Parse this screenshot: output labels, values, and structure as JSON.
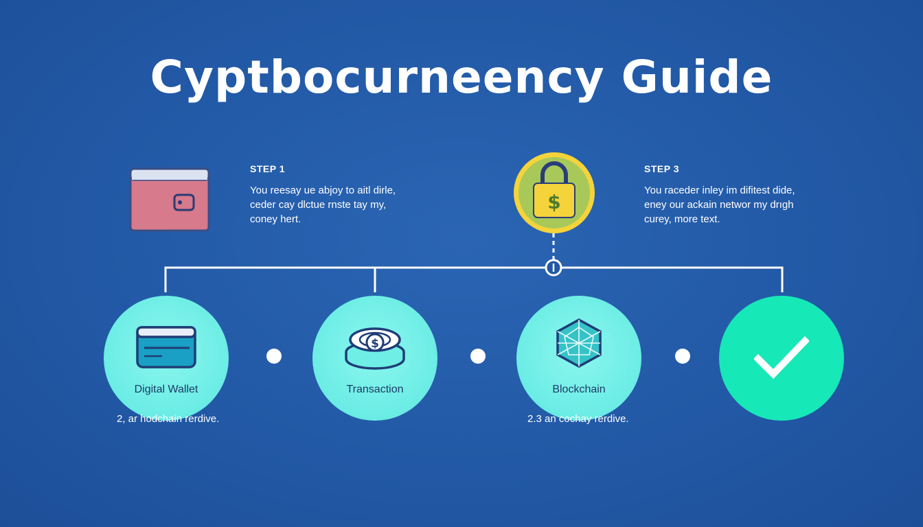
{
  "title": "Cyptbocurneency Guide",
  "steps": [
    {
      "label": "STEP 1",
      "lines": [
        "You reesay ue abjoy to aitl dirle,",
        "ceder cay dlctue rnste tay my,",
        "coney hert."
      ]
    },
    {
      "label": "STEP 3",
      "lines": [
        "You raceder inley im difitest dide,",
        "eney our ackain networ my drıgh",
        "curey, more text."
      ]
    }
  ],
  "nodes": [
    {
      "label": "Digital Wallet",
      "icon": "wallet-icon"
    },
    {
      "label": "Transaction",
      "icon": "coins-icon"
    },
    {
      "label": "Blockchain",
      "icon": "blockchain-icon"
    },
    {
      "label": "",
      "icon": "checkmark-icon"
    }
  ],
  "captions": [
    "2, ar hodchain rerdive.",
    "2.3 an cochay rerdive."
  ],
  "top_icons": [
    "browser-wallet-icon",
    "padlock-dollar-icon"
  ],
  "colors": {
    "background": "#2259a6",
    "node_fill": "#6feee6",
    "node_done": "#17e8b8",
    "lock_gold": "#f5d33a",
    "lock_green": "#a8c85a",
    "wallet_pink": "#d67a8c",
    "label_text": "#1d3a66"
  }
}
